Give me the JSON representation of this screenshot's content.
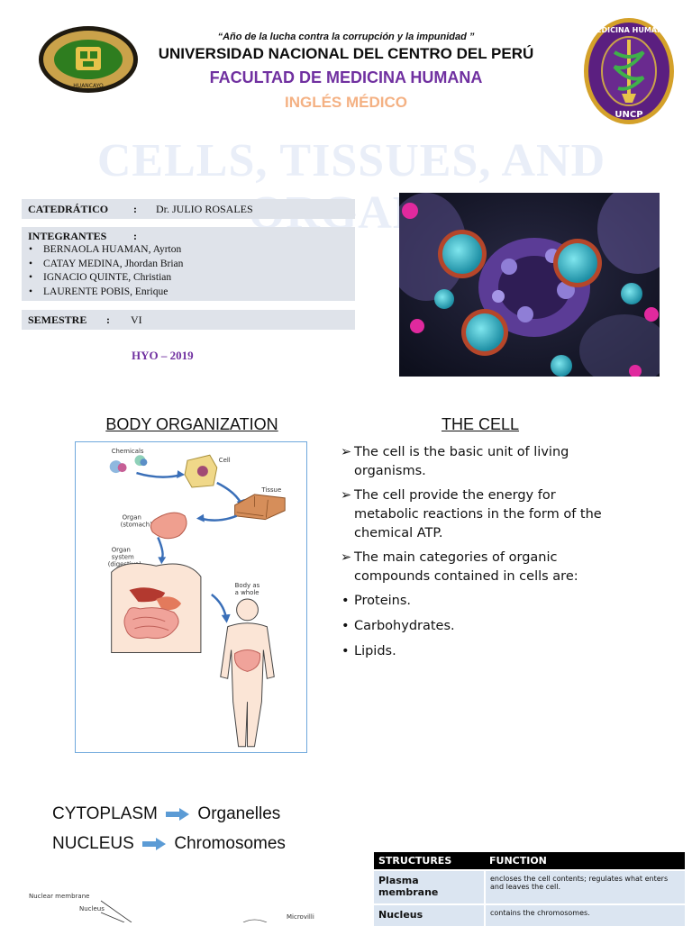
{
  "header": {
    "motto": "“Año de la lucha contra la corrupción y la impunidad ”",
    "university": "UNIVERSIDAD NACIONAL DEL CENTRO DEL PERÚ",
    "faculty": "FACULTAD DE MEDICINA HUMANA",
    "course": "INGLÉS MÉDICO",
    "title": "CELLS, TISSUES, AND ORGANS",
    "logo_left_text": "HUANCAYO",
    "logo_right_top": "MEDICINA HUMANA",
    "logo_right_bottom": "UNCP"
  },
  "info": {
    "catedratico_label": "CATEDRÁTICO",
    "catedratico_sep": ":",
    "catedratico_value": "Dr.  JULIO ROSALES",
    "integrantes_label": "INTEGRANTES",
    "integrantes_sep": ":",
    "members": [
      "BERNAOLA HUAMAN, Ayrton",
      "CATAY MEDINA, Jhordan Brian",
      "IGNACIO QUINTE, Christian",
      "LAURENTE POBIS, Enrique"
    ],
    "semestre_label": "SEMESTRE",
    "semestre_sep": ":",
    "semestre_value": "VI",
    "place_year": "HYO – 2019"
  },
  "body_organization": {
    "heading": "BODY ORGANIZATION",
    "labels": {
      "chemicals": "Chemicals",
      "cell": "Cell",
      "tissue": "Tissue",
      "organ": "Organ",
      "organ_sub": "(stomach)",
      "system": "Organ",
      "system_sub1": "system",
      "system_sub2": "(digestive)",
      "body": "Body as",
      "body_sub": "a whole"
    }
  },
  "the_cell": {
    "heading": "THE CELL",
    "points": [
      "The cell is the basic unit of living organisms.",
      "The cell provide the energy for metabolic reactions in the form of the chemical ATP.",
      "The main categories of organic compounds contained in cells are:"
    ],
    "bullets": [
      "Proteins.",
      "Carbohydrates.",
      "Lipids."
    ],
    "arrow_marker": "➢",
    "bullet_marker": "•"
  },
  "mapping": {
    "cytoplasm": "CYTOPLASM",
    "organelles": "Organelles",
    "nucleus": "NUCLEUS",
    "chromosomes": "Chromosomes"
  },
  "table": {
    "headers": [
      "STRUCTURES",
      "FUNCTION"
    ],
    "rows": [
      {
        "structure": "Plasma membrane",
        "function": "encloses the cell contents; regulates what enters and leaves the cell."
      },
      {
        "structure": "Nucleus",
        "function": "contains the chromosomes."
      }
    ]
  },
  "nucleus_diagram": {
    "label_membrane": "Nuclear membrane",
    "label_nucleus": "Nucleus",
    "label_microvilli": "Microvilli"
  }
}
